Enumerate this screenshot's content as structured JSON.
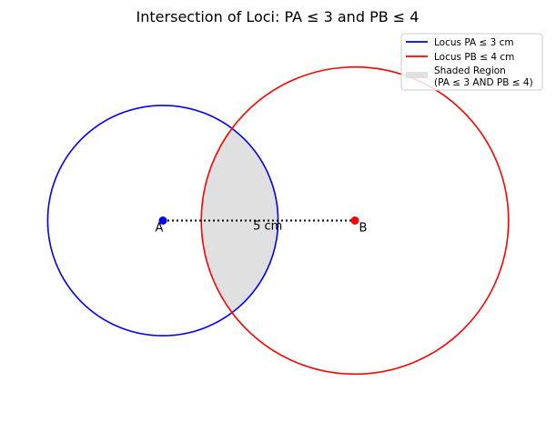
{
  "chart_data": {
    "type": "scatter",
    "title": "Intersection of Loci: PA ≤ 3 and PB ≤ 4",
    "xlabel": "",
    "ylabel": "",
    "axes_visible": false,
    "equal_aspect": true,
    "xlim": [
      -3.0,
      9.0
    ],
    "ylim": [
      -5.2,
      4.5
    ],
    "grid": false,
    "legend_position": "top-right",
    "points": [
      {
        "label": "A",
        "x": 0,
        "y": 0,
        "color": "#0000ff"
      },
      {
        "label": "B",
        "x": 5,
        "y": 0,
        "color": "#ff0000"
      }
    ],
    "segment": {
      "from": "A",
      "to": "B",
      "label": "5 cm",
      "style": "dotted",
      "color": "#000000"
    },
    "circles": [
      {
        "name": "Locus PA ≤ 3 cm",
        "center": "A",
        "radius": 3,
        "color": "#0000ff"
      },
      {
        "name": "Locus PB ≤ 4 cm",
        "center": "B",
        "radius": 4,
        "color": "#ff0000"
      }
    ],
    "shaded_region": {
      "name": "Shaded Region",
      "name_line2": "(PA ≤ 3 AND PB ≤ 4)",
      "color": "#e0e0e0"
    }
  }
}
